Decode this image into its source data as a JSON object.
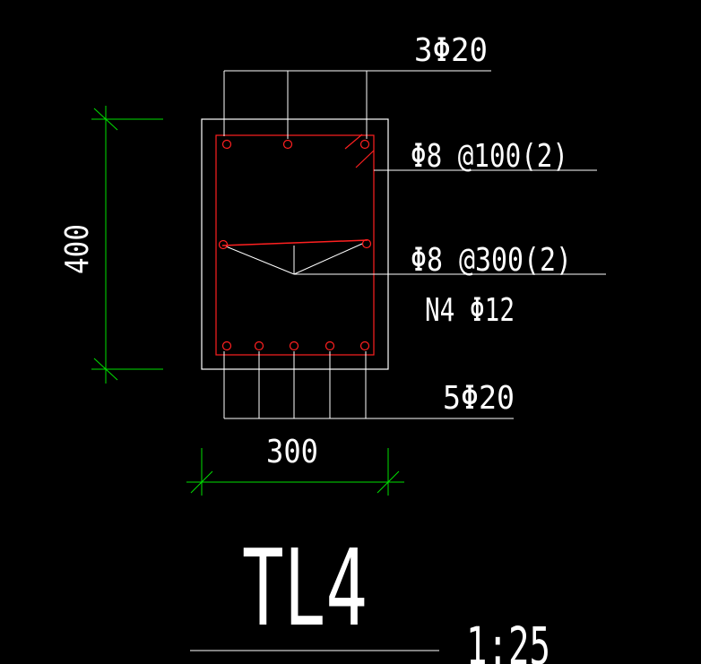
{
  "drawing": {
    "title": "TL4",
    "scale": "1:25",
    "labels": {
      "top_bars": "3Φ20",
      "stirrup_main": "Φ8 @100(2)",
      "stirrup_tie": "Φ8 @300(2)",
      "side_bars": "N4 Φ12",
      "bottom_bars": "5Φ20"
    },
    "dimensions": {
      "height": "400",
      "width": "300"
    },
    "colors": {
      "background": "#000000",
      "outline": "#ffffff",
      "rebar": "#ff2020",
      "dimension": "#00e000"
    }
  }
}
